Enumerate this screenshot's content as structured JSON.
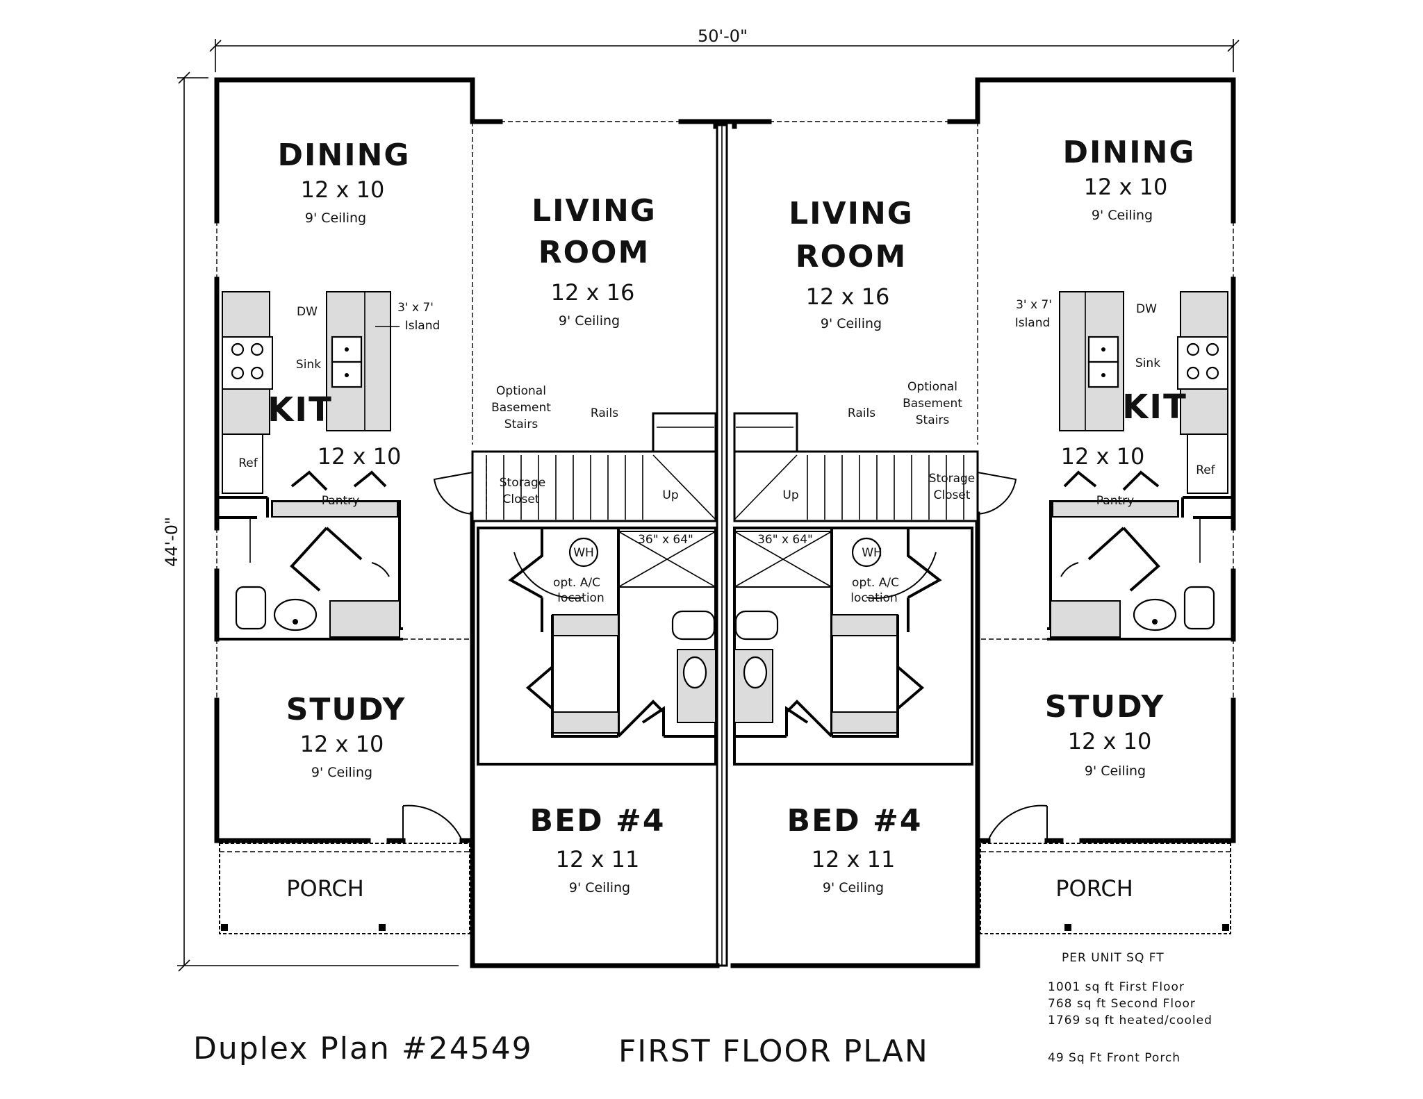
{
  "plan_name": "Duplex Plan #24549",
  "plan_title": "FIRST FLOOR PLAN",
  "dimensions": {
    "width": "50'-0\"",
    "depth": "44'-0\""
  },
  "left_unit": {
    "dining": {
      "name": "DINING",
      "size": "12 x 10",
      "ceiling": "9' Ceiling"
    },
    "living": {
      "name_line1": "LIVING",
      "name_line2": "ROOM",
      "size": "12 x 16",
      "ceiling": "9' Ceiling"
    },
    "kitchen": {
      "name": "KIT",
      "size": "12 x 10",
      "dw": "DW",
      "sink": "Sink",
      "ref": "Ref",
      "pantry": "Pantry",
      "island_line1": "3' x 7'",
      "island_line2": "Island"
    },
    "stairs": {
      "basement_line1": "Optional",
      "basement_line2": "Basement",
      "basement_line3": "Stairs",
      "rails": "Rails",
      "storage_line1": "Storage",
      "storage_line2": "Closet",
      "up": "Up",
      "opening": "36\" x 64\""
    },
    "mech": {
      "wh": "WH",
      "ac_line1": "opt. A/C",
      "ac_line2": "location"
    },
    "study": {
      "name": "STUDY",
      "size": "12 x 10",
      "ceiling": "9' Ceiling"
    },
    "bed": {
      "name": "BED #4",
      "size": "12 x 11",
      "ceiling": "9' Ceiling"
    },
    "porch": {
      "name": "PORCH"
    }
  },
  "right_unit": {
    "dining": {
      "name": "DINING",
      "size": "12 x 10",
      "ceiling": "9' Ceiling"
    },
    "living": {
      "name_line1": "LIVING",
      "name_line2": "ROOM",
      "size": "12 x 16",
      "ceiling": "9' Ceiling"
    },
    "kitchen": {
      "name": "KIT",
      "size": "12 x 10",
      "dw": "DW",
      "sink": "Sink",
      "ref": "Ref",
      "pantry": "Pantry",
      "island_line1": "3' x 7'",
      "island_line2": "Island"
    },
    "stairs": {
      "basement_line1": "Optional",
      "basement_line2": "Basement",
      "basement_line3": "Stairs",
      "rails": "Rails",
      "storage_line1": "Storage",
      "storage_line2": "Closet",
      "up": "Up",
      "opening": "36\" x 64\""
    },
    "mech": {
      "wh": "WH",
      "ac_line1": "opt. A/C",
      "ac_line2": "location"
    },
    "study": {
      "name": "STUDY",
      "size": "12 x 10",
      "ceiling": "9' Ceiling"
    },
    "bed": {
      "name": "BED #4",
      "size": "12 x 11",
      "ceiling": "9' Ceiling"
    },
    "porch": {
      "name": "PORCH"
    }
  },
  "sq_ft": {
    "heading": "PER UNIT SQ FT",
    "first_floor": "1001 sq ft First Floor",
    "second_floor": "768 sq ft Second Floor",
    "heated": "1769 sq ft heated/cooled",
    "porch": "49 Sq Ft Front Porch"
  }
}
